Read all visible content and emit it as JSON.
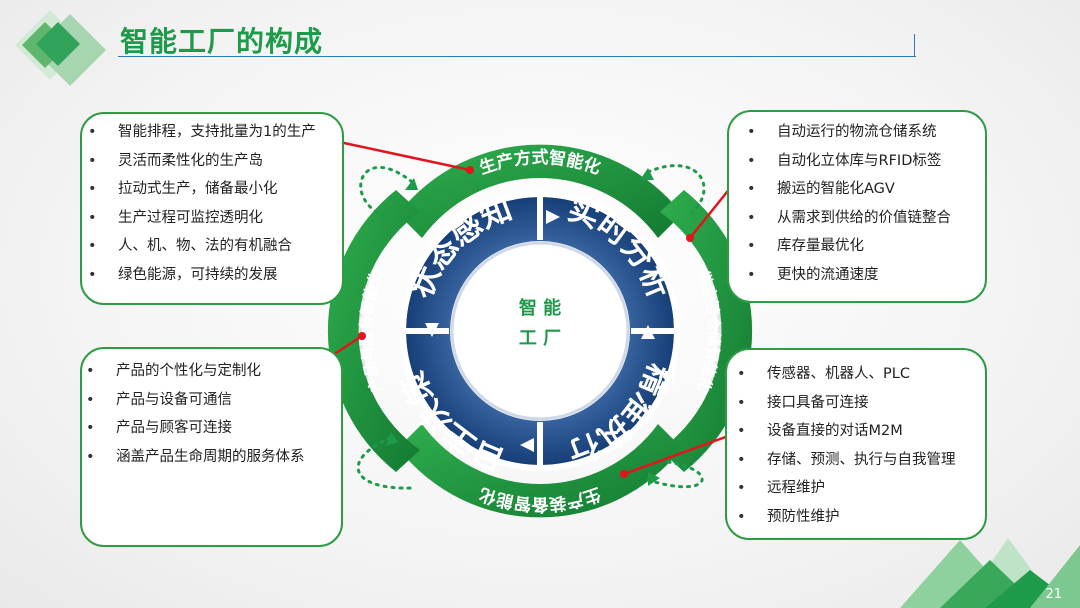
{
  "header": {
    "title": "智能工厂的构成"
  },
  "center": {
    "line1": "智 能",
    "line2": "工 厂"
  },
  "ring_outer": {
    "top": "生产方式智能化",
    "right": "供应链仓储智能化",
    "bottom": "生产装备智能化",
    "left": "产品与服务智能化"
  },
  "ring_inner": {
    "top_left": "状态感知",
    "top_right": "实时分析",
    "bottom_right": "精准执行",
    "bottom_left": "自主决策"
  },
  "boxes": {
    "top_left": [
      "智能排程，支持批量为1的生产",
      "灵活而柔性化的生产岛",
      "拉动式生产，储备最小化",
      "生产过程可监控透明化",
      "人、机、物、法的有机融合",
      "绿色能源，可持续的发展"
    ],
    "top_right": [
      "自动运行的物流仓储系统",
      "自动化立体库与RFID标签",
      "搬运的智能化AGV",
      "从需求到供给的价值链整合",
      "库存量最优化",
      "更快的流通速度"
    ],
    "bottom_left": [
      "产品的个性化与定制化",
      "产品与设备可通信",
      "产品与顾客可连接",
      "涵盖产品生命周期的服务体系"
    ],
    "bottom_right": [
      "传感器、机器人、PLC",
      "接口具备可连接",
      "设备直接的对话M2M",
      "存储、预测、执行与自我管理",
      "远程维护",
      "预防性维护"
    ]
  },
  "footer": {
    "page_number": "21"
  },
  "colors": {
    "green": "#1e9b4a",
    "dark_green": "#0f7a30",
    "navy": "#1d4a86",
    "red": "#e3141b"
  }
}
